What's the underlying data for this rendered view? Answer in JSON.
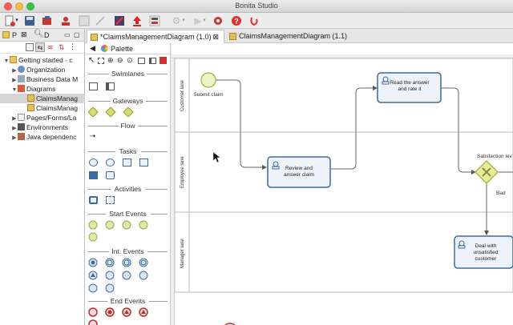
{
  "window": {
    "title": "Bonita Studio"
  },
  "left_panel": {
    "tab_label": "P",
    "tab_second": "D",
    "tree": [
      {
        "label": "Getting started - c",
        "level": 0,
        "expanded": true
      },
      {
        "label": "Organization",
        "level": 1,
        "expanded": false
      },
      {
        "label": "Business Data M",
        "level": 1,
        "expanded": false
      },
      {
        "label": "Diagrams",
        "level": 1,
        "expanded": true
      },
      {
        "label": "ClaimsManag",
        "level": 2,
        "selected": true
      },
      {
        "label": "ClaimsManag",
        "level": 2
      },
      {
        "label": "Pages/Forms/La",
        "level": 1,
        "expanded": false
      },
      {
        "label": "Environments",
        "level": 1,
        "expanded": false
      },
      {
        "label": "Java dependenc",
        "level": 1,
        "expanded": false
      }
    ]
  },
  "editor_tabs": [
    {
      "label": "*ClaimsManagementDiagram (1.0)",
      "active": true
    },
    {
      "label": "ClaimsManagementDiagram (1.1)",
      "active": false
    }
  ],
  "palette": {
    "title": "Palette",
    "sections": [
      "Swimlanes",
      "Gateways",
      "Flow",
      "Tasks",
      "Activities",
      "Start Events",
      "Int. Events",
      "End Events"
    ]
  },
  "diagram": {
    "lanes": [
      "Customer lane",
      "Employee lane",
      "Manager lane"
    ],
    "start_event_label": "Submit claim",
    "tasks": {
      "read_answer": "Read the answer and rate it",
      "review_answer": "Review and answer claim",
      "deal_unsatisfied": "Deal with unsatisfied customer"
    },
    "gateway_label": "Satisfaction lev",
    "gateway_bad_label": "Bad",
    "colors": {
      "task_stroke": "#3d6a9c",
      "task_fill": "#eef3fb",
      "gateway": "#c9d36a",
      "start_event": "#b9cc55"
    }
  }
}
